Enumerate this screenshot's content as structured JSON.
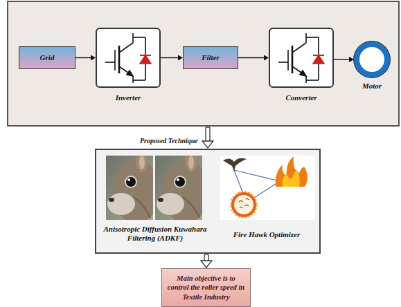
{
  "diagram": {
    "nodes": [
      {
        "text": []
      },
      {
        "text": [
          "Grid"
        ],
        "in": 0
      },
      {
        "text": [
          "Inverter"
        ],
        "in": 0
      },
      {
        "text": [
          "Filter"
        ],
        "in": 0
      },
      {
        "text": [
          "Converter"
        ],
        "in": 0
      },
      {
        "text": [
          "Motor"
        ],
        "in": 0
      },
      {
        "text": [
          "Anisotropic Diffusion Kuwahara Filtering (ADKF)",
          "Fire Hawk Optimizer"
        ]
      },
      {
        "text": [
          "Main objective is to control the roller speed in Textile Industry"
        ]
      }
    ],
    "edges": [
      {
        "from": 1,
        "to": 2,
        "arrow": "to"
      },
      {
        "from": 2,
        "to": 3,
        "arrow": "to"
      },
      {
        "from": 3,
        "to": 4,
        "arrow": "to"
      },
      {
        "from": 4,
        "to": 5,
        "arrow": "to"
      },
      {
        "from": 0,
        "to": 6,
        "arrow": "to",
        "label": "Proposed Technique"
      },
      {
        "from": 6,
        "to": 7,
        "arrow": "to"
      }
    ]
  }
}
